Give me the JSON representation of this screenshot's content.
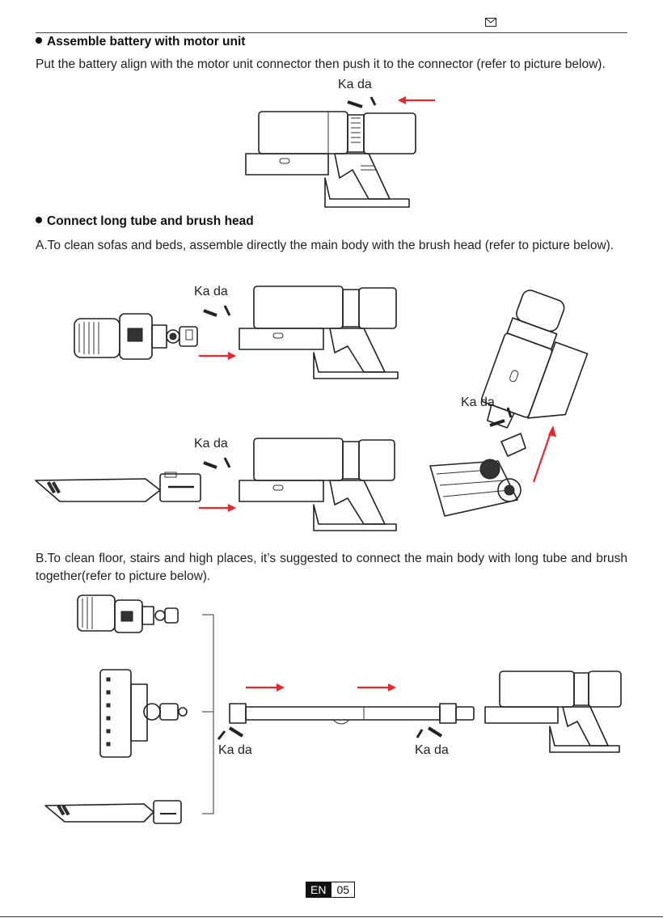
{
  "section1": {
    "title": "Assemble battery with motor unit",
    "text": "Put the battery align with the motor unit connector then push it to the connector (refer to picture below)."
  },
  "section2": {
    "title": "Connect long tube and brush head",
    "text_a": "A.To clean sofas and beds, assemble directly the main body with the brush head (refer to picture below).",
    "text_b": "B.To clean floor, stairs and high places, it’s suggested to connect the main body with long tube and brush together(refer to picture below)."
  },
  "labels": {
    "click_sound": "Ka da"
  },
  "footer": {
    "lang": "EN",
    "page": "05"
  },
  "colors": {
    "arrow": "#e8262b",
    "line": "#222222"
  },
  "icons": {
    "header": "envelope-icon"
  }
}
